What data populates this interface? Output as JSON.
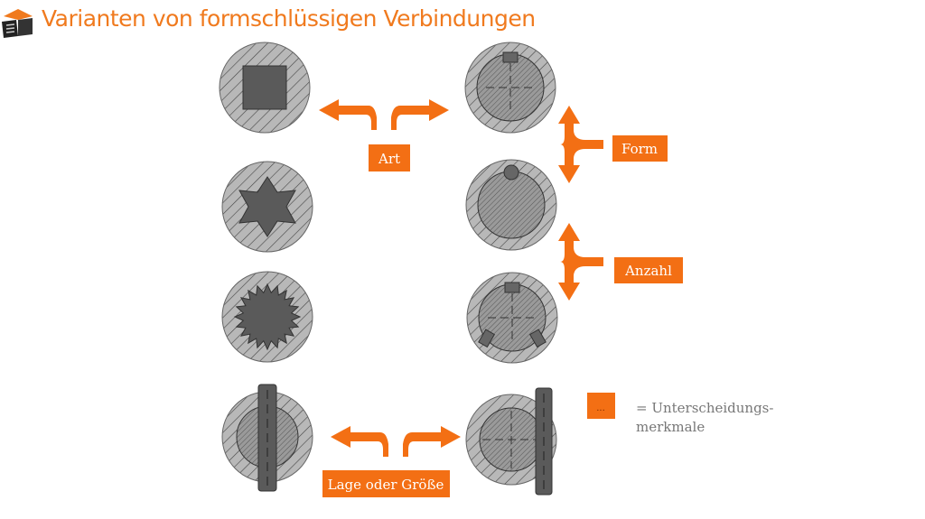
{
  "title": "Varianten von formschlüssigen Verbindungen",
  "labels": {
    "art": "Art",
    "form": "Form",
    "anzahl": "Anzahl",
    "lage": "Lage oder Größe"
  },
  "legend": {
    "box": "...",
    "line1": "= Unterscheidungs-",
    "line2": "merkmale"
  },
  "colors": {
    "accent": "#f36f14",
    "hub": "#b5b5b5",
    "shaft": "#595959"
  }
}
